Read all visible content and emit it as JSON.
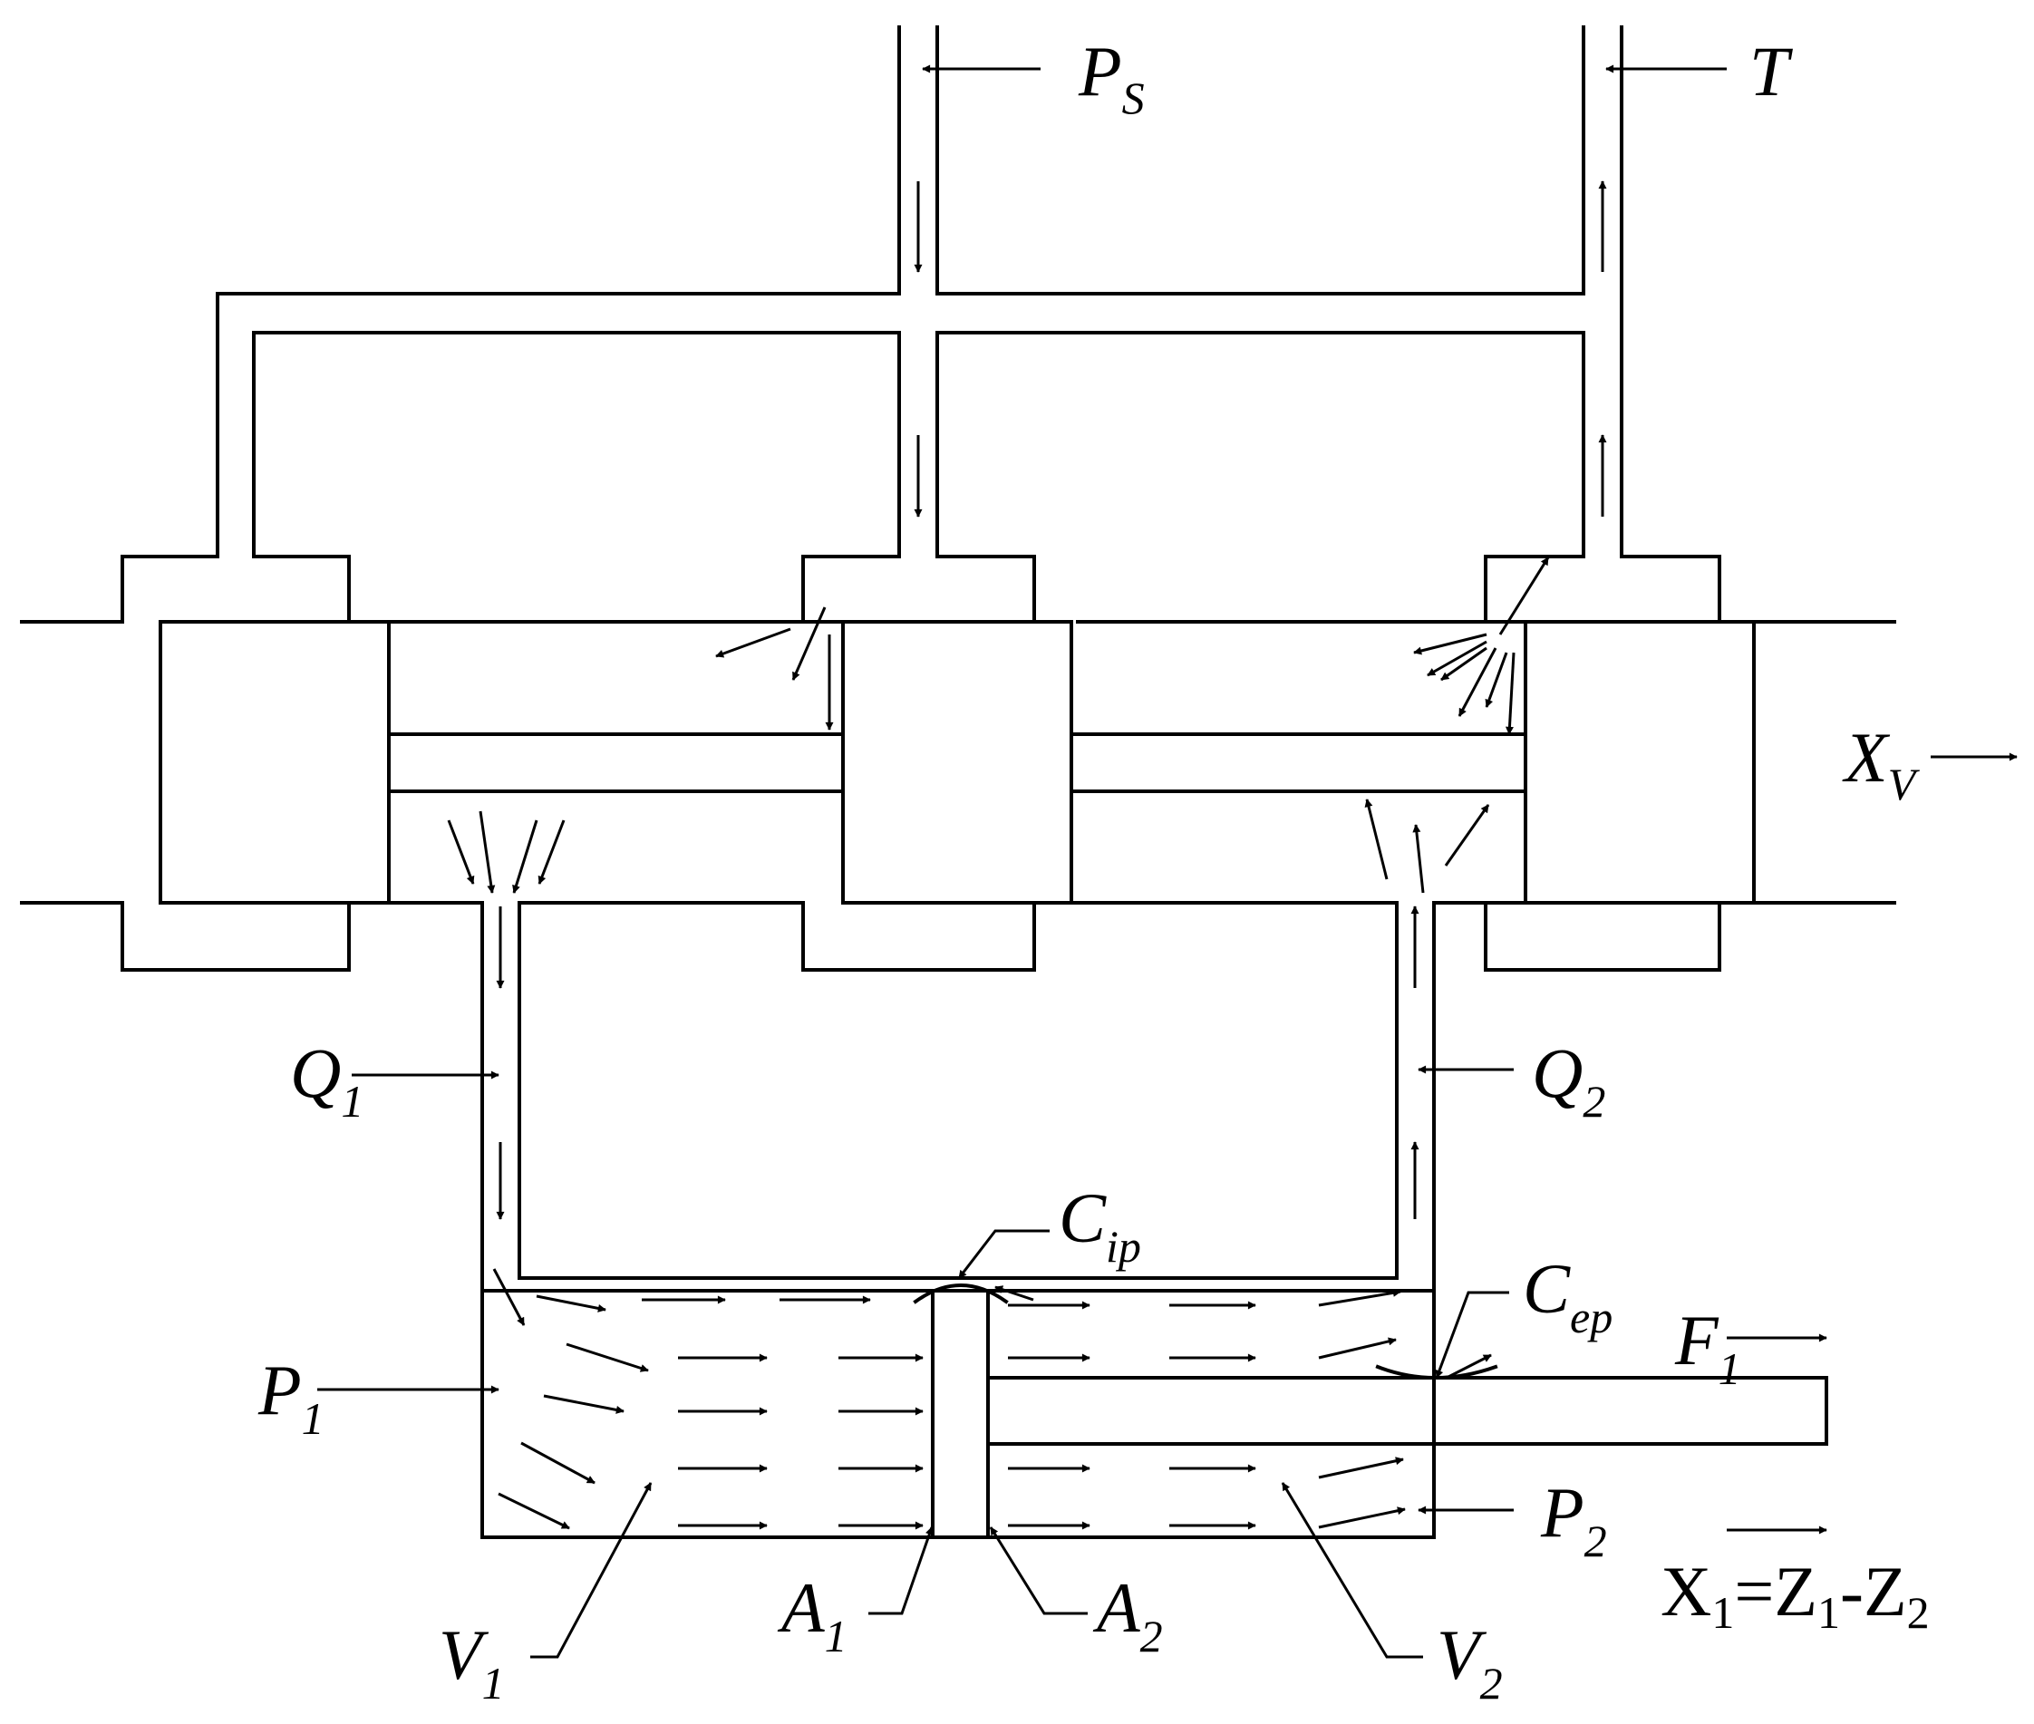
{
  "labels": {
    "ps": {
      "main": "P",
      "sub": "S"
    },
    "t": {
      "main": "T"
    },
    "xv": {
      "main": "X",
      "sub": "V"
    },
    "q1": {
      "main": "Q",
      "sub": "1"
    },
    "q2": {
      "main": "Q",
      "sub": "2"
    },
    "cip": {
      "main": "C",
      "sub": "ip"
    },
    "cep": {
      "main": "C",
      "sub": "ep"
    },
    "f1": {
      "main": "F",
      "sub": "1"
    },
    "p1": {
      "main": "P",
      "sub": "1"
    },
    "p2": {
      "main": "P",
      "sub": "2"
    },
    "a1": {
      "main": "A",
      "sub": "1"
    },
    "a2": {
      "main": "A",
      "sub": "2"
    },
    "v1": {
      "main": "V",
      "sub": "1"
    },
    "v2": {
      "main": "V",
      "sub": "2"
    }
  },
  "equation": {
    "x": "X",
    "x_sub": "1",
    "eq": "=Z",
    "z1_sub": "1",
    "minus": "-Z",
    "z2_sub": "2"
  }
}
